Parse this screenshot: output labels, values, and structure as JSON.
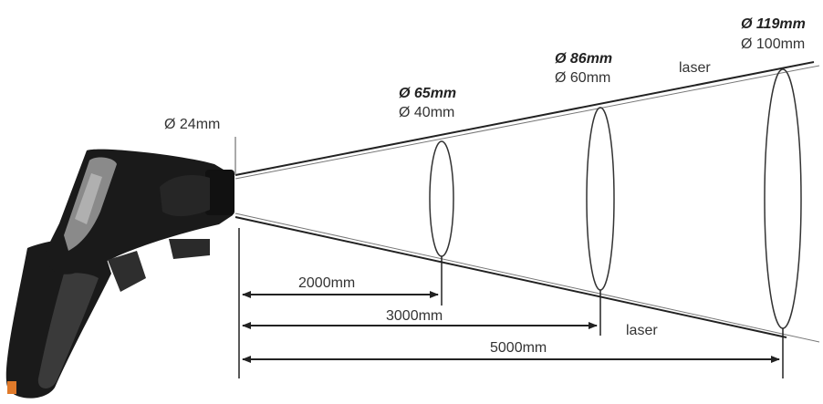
{
  "diameter_labels": {
    "aperture": "Ø 24mm",
    "at_2000": {
      "laser": "Ø 65mm",
      "optical": "Ø 40mm"
    },
    "at_3000": {
      "laser": "Ø 86mm",
      "optical": "Ø 60mm"
    },
    "at_5000": {
      "laser": "Ø 119mm",
      "optical": "Ø 100mm"
    }
  },
  "laser_labels": {
    "top": "laser",
    "bottom": "laser"
  },
  "distances": {
    "d1": "2000mm",
    "d2": "3000mm",
    "d3": "5000mm"
  },
  "colors": {
    "device_body": "#1a1a1a",
    "device_grip": "#3a3a3a",
    "device_panel": "#8a8a8a",
    "accent": "#e07a2a",
    "lines": "#222222"
  }
}
